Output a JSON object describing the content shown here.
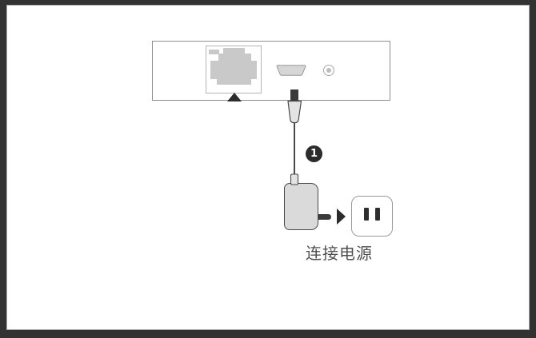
{
  "colors": {
    "frame": "#323232",
    "canvas": "#ffffff",
    "panel-outline": "#8f8f8f",
    "port-outline": "#b5b5b5",
    "port-fill": "#c9c9c9",
    "connector-fill": "#e3e3e3",
    "connector-outline": "#4a4a4a",
    "adapter-fill": "#dadada",
    "outlet-outline": "#9a9a9a",
    "ink": "#2b2b2b",
    "caption-ink": "#4f4f4f"
  },
  "diagram": {
    "caption": "连接电源",
    "step_number": "1",
    "icons": {
      "ethernet-port-icon": "css-stepped-silhouette",
      "av-port-icon": "svg-trapezoid",
      "power-jack-icon": "css-circle-ring",
      "port-pointer-icon": "▲",
      "power-plug-and-cable-icon": "svg-plug-cable",
      "step-1-badge": "❶",
      "power-adapter-icon": "css-rounded-rect",
      "adapter-prong-icon": "css-bar",
      "arrow-right-icon": "▶",
      "wall-outlet-icon": "css-rounded-square-two-slots"
    }
  }
}
